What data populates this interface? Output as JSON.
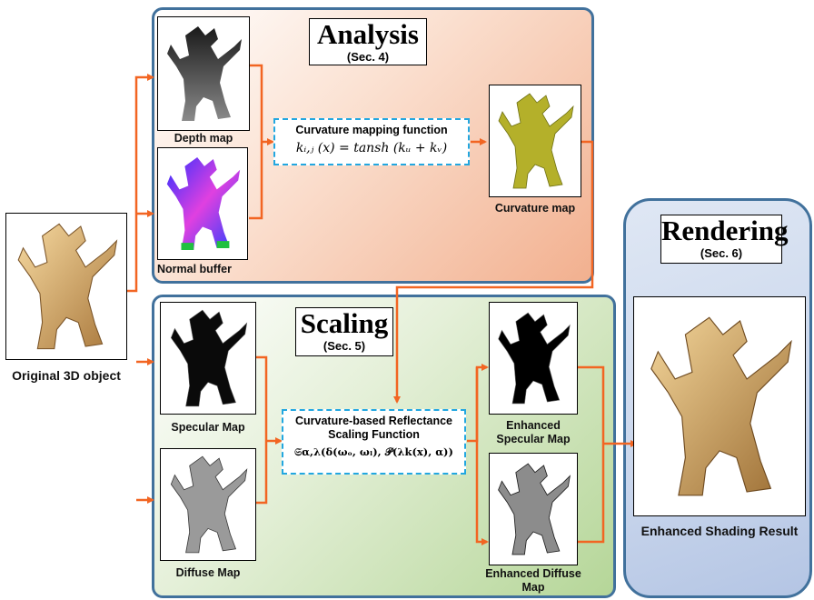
{
  "input": {
    "label": "Original 3D object"
  },
  "analysis": {
    "title": "Analysis",
    "sec": "(Sec. 4)",
    "depth_label": "Depth map",
    "normal_label": "Normal buffer",
    "function_title": "Curvature mapping function",
    "function_formula": "kᵢ,ⱼ (x) = tansh (kᵤ + kᵥ)",
    "curvature_label": "Curvature map"
  },
  "scaling": {
    "title": "Scaling",
    "sec": "(Sec. 5)",
    "specular_label": "Specular Map",
    "diffuse_label": "Diffuse Map",
    "function_line1": "Curvature-based Reflectance",
    "function_line2": "Scaling Function",
    "function_formula": "𝔖α,λ(δ(ωₒ, ωₗ), 𝒫(λk(x), α))",
    "enh_specular_label": "Enhanced Specular Map",
    "enh_diffuse_label": "Enhanced Diffuse Map"
  },
  "rendering": {
    "title": "Rendering",
    "sec": "(Sec. 6)",
    "result_label": "Enhanced Shading Result"
  },
  "colors": {
    "arrow": "#f26522",
    "panel_border": "#41719c",
    "dashed": "#22a7e0"
  }
}
